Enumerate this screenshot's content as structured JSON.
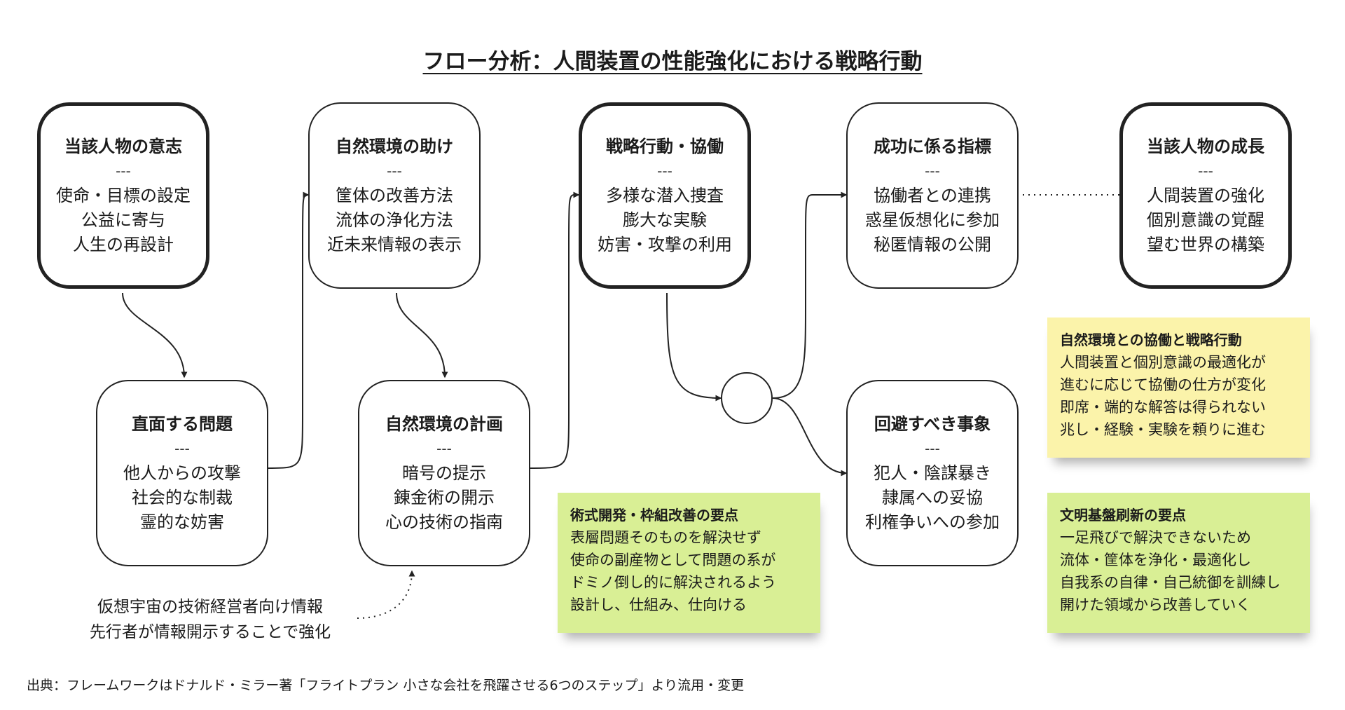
{
  "title": "フロー分析：人間装置の性能強化における戦略行動",
  "nodes": {
    "will": {
      "title": "当該人物の意志",
      "sep": "---",
      "lines": [
        "使命・目標の設定",
        "公益に寄与",
        "人生の再設計"
      ]
    },
    "problem": {
      "title": "直面する問題",
      "sep": "---",
      "lines": [
        "他人からの攻撃",
        "社会的な制裁",
        "霊的な妨害"
      ]
    },
    "help": {
      "title": "自然環境の助け",
      "sep": "---",
      "lines": [
        "筐体の改善方法",
        "流体の浄化方法",
        "近未来情報の表示"
      ]
    },
    "plan": {
      "title": "自然環境の計画",
      "sep": "---",
      "lines": [
        "暗号の提示",
        "錬金術の開示",
        "心の技術の指南"
      ]
    },
    "action": {
      "title": "戦略行動・協働",
      "sep": "---",
      "lines": [
        "多様な潜入捜査",
        "膨大な実験",
        "妨害・攻撃の利用"
      ]
    },
    "success": {
      "title": "成功に係る指標",
      "sep": "---",
      "lines": [
        "協働者との連携",
        "惑星仮想化に参加",
        "秘匿情報の公開"
      ]
    },
    "avoid": {
      "title": "回避すべき事象",
      "sep": "---",
      "lines": [
        "犯人・陰謀暴き",
        "隷属への妥協",
        "利権争いへの参加"
      ]
    },
    "growth": {
      "title": "当該人物の成長",
      "sep": "---",
      "lines": [
        "人間装置の強化",
        "個別意識の覚醒",
        "望む世界の構築"
      ]
    }
  },
  "stickies": {
    "jutsu": {
      "color": "#d9ef95",
      "title": "術式開発・枠組改善の要点",
      "lines": [
        "表層問題そのものを解決せず",
        "使命の副産物として問題の系が",
        "ドミノ倒し的に解決されるよう",
        "設計し、仕組み、仕向ける"
      ]
    },
    "kyodo": {
      "color": "#fbf3aa",
      "title": "自然環境との協働と戦略行動",
      "lines": [
        "人間装置と個別意識の最適化が",
        "進むに応じて協働の仕方が変化",
        "即席・端的な解答は得られない",
        "兆し・経験・実験を頼りに進む"
      ]
    },
    "bunmei": {
      "color": "#d9ef95",
      "title": "文明基盤刷新の要点",
      "lines": [
        "一足飛びで解決できないため",
        "流体・筐体を浄化・最適化し",
        "自我系の自律・自己統御を訓練し",
        "開けた領域から改善していく"
      ]
    }
  },
  "annotation": {
    "lines": [
      "仮想宇宙の技術経営者向け情報",
      "先行者が情報開示することで強化"
    ]
  },
  "source": "出典：フレームワークはドナルド・ミラー著「フライトプラン 小さな会社を飛躍させる6つのステップ」より流用・変更",
  "colors": {
    "stroke": "#222222",
    "sticky_green": "#d9ef95",
    "sticky_yellow": "#fbf3aa"
  }
}
